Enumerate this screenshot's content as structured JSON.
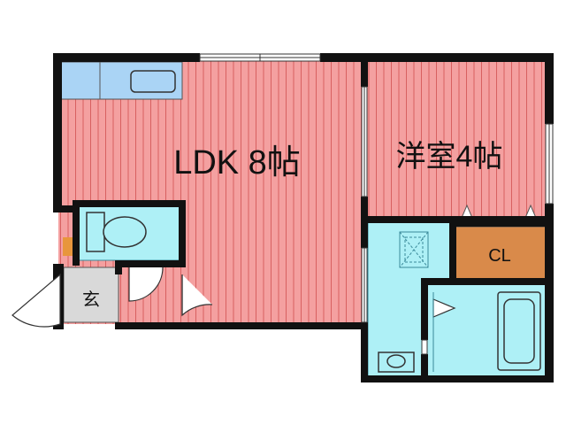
{
  "rooms": {
    "ldk": {
      "label": "LDK 8帖"
    },
    "western": {
      "label": "洋室4帖"
    },
    "closet": {
      "label": "CL"
    },
    "entrance": {
      "label": "玄"
    }
  },
  "colors": {
    "wall": "#111111",
    "ldk_floor": "#f4a0a0",
    "ldk_stripe": "#d86060",
    "wet_area": "#aef0f6",
    "wet_border": "#3a8a9a",
    "kitchen_blue": "#aad4f5",
    "closet": "#d98a4a",
    "entrance_floor": "#d9d9d9",
    "shoe_box": "#e8963c"
  }
}
